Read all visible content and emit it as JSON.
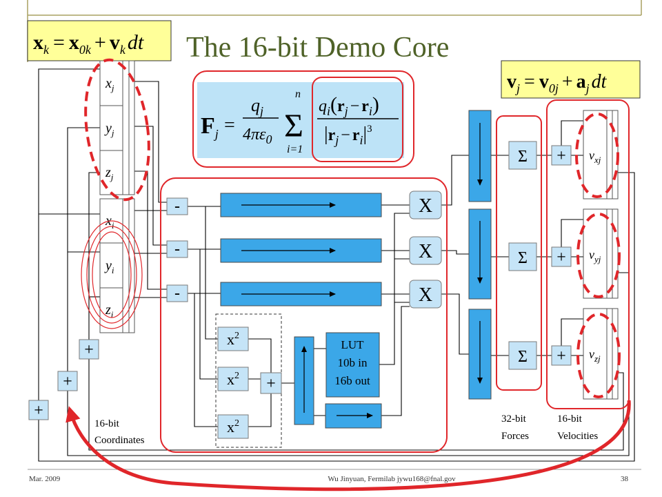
{
  "slide": {
    "title": "The 16-bit Demo Core",
    "footer": {
      "date": "Mar. 2009",
      "author": "Wu Jinyuan, Fermilab jywu168@fnal.gov",
      "page": "38"
    }
  },
  "equations": {
    "position": {
      "lhs": "x",
      "lhs_sub": "k",
      "eq": "=",
      "x0": "x",
      "x0_sub": "0k",
      "plus": "+",
      "v": "v",
      "v_sub": "k",
      "dt": "dt"
    },
    "velocity": {
      "lhs": "v",
      "lhs_sub": "j",
      "eq": "=",
      "v0": "v",
      "v0_sub": "0j",
      "plus": "+",
      "a": "a",
      "a_sub": "j",
      "dt": "dt"
    },
    "force": {
      "F": "F",
      "F_sub": "j",
      "eq": "=",
      "qj": "q",
      "qj_sub": "j",
      "den": "4πε",
      "den_sub": "0",
      "sum_top": "n",
      "sigma": "Σ",
      "sum_bottom": "i=1",
      "qi": "q",
      "qi_sub": "i",
      "open": "(",
      "rj": "r",
      "rj_sub": "j",
      "minus": "−",
      "ri": "r",
      "ri_sub": "i",
      "close": ")",
      "bar_open": "|",
      "bar_close": "|",
      "power": "3"
    }
  },
  "registers": {
    "coord_j": [
      {
        "name": "x",
        "sub": "j"
      },
      {
        "name": "y",
        "sub": "j"
      },
      {
        "name": "z",
        "sub": "j"
      }
    ],
    "coord_i": [
      {
        "name": "x",
        "sub": "i"
      },
      {
        "name": "y",
        "sub": "i"
      },
      {
        "name": "z",
        "sub": "i"
      }
    ],
    "velocity": [
      {
        "name": "v",
        "sub": "xj"
      },
      {
        "name": "v",
        "sub": "yj"
      },
      {
        "name": "v",
        "sub": "zj"
      }
    ]
  },
  "operators": {
    "subtract": "-",
    "multiply": "X",
    "sum": "Σ",
    "add": "+",
    "square": "x",
    "square_exp": "2"
  },
  "lut": {
    "line1": "LUT",
    "line2": "10b in",
    "line3": "16b out"
  },
  "labels": {
    "coordinates": {
      "line1": "16-bit",
      "line2": "Coordinates"
    },
    "forces": {
      "line1": "32-bit",
      "line2": "Forces"
    },
    "velocities": {
      "line1": "16-bit",
      "line2": "Velocities"
    }
  },
  "colors": {
    "title": "#4F6228",
    "highlight_red": "#E0262A",
    "pipeline_blue": "#3BA7E8",
    "operator_fill": "#C5E4F7",
    "equation_fill": "#FFFF99",
    "force_fill": "#BDE3F7"
  }
}
